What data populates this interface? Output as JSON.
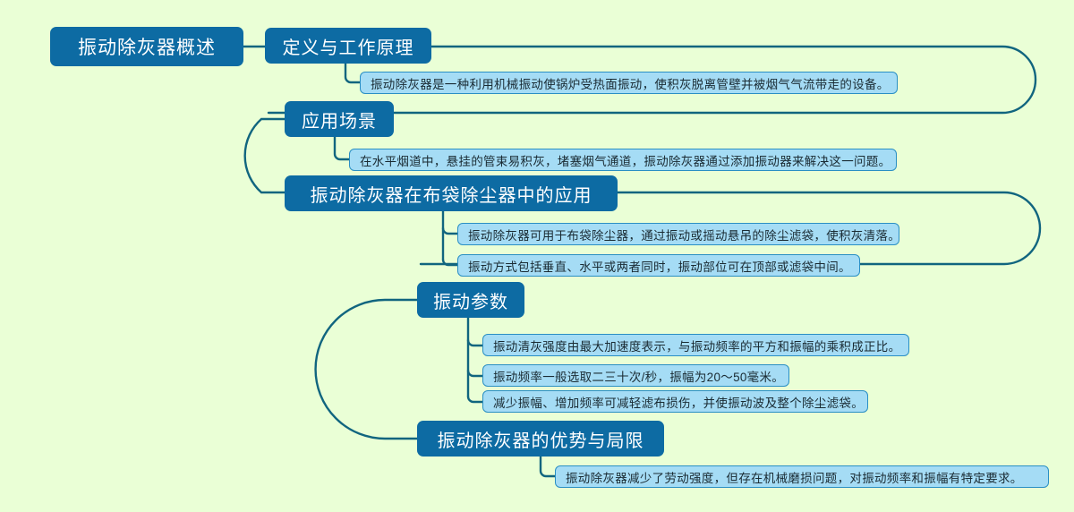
{
  "diagram": {
    "title": "振动除灰器概述",
    "type": "mindmap",
    "background_color": "#eaffd6",
    "node_color": "#0d6ba3",
    "node_text_color": "#ffffff",
    "leaf_color": "#a5dcf5",
    "leaf_border_color": "#2a8fc4",
    "connector_color": "#11657f"
  },
  "root": {
    "label": "振动除灰器概述"
  },
  "branches": [
    {
      "label": "定义与工作原理",
      "leaves": [
        "振动除灰器是一种利用机械振动使锅炉受热面振动，使积灰脱离管壁并被烟气气流带走的设备。"
      ]
    },
    {
      "label": "应用场景",
      "leaves": [
        "在水平烟道中，悬挂的管束易积灰，堵塞烟气通道，振动除灰器通过添加振动器来解决这一问题。"
      ]
    },
    {
      "label": "振动除灰器在布袋除尘器中的应用",
      "leaves": [
        "振动除灰器可用于布袋除尘器，通过振动或摇动悬吊的除尘滤袋，使积灰清落。",
        "振动方式包括垂直、水平或两者同时，振动部位可在顶部或滤袋中间。"
      ]
    },
    {
      "label": "振动参数",
      "leaves": [
        "振动清灰强度由最大加速度表示，与振动频率的平方和振幅的乘积成正比。",
        "振动频率一般选取二三十次/秒，振幅为20～50毫米。",
        "减少振幅、增加频率可减轻滤布损伤，并使振动波及整个除尘滤袋。"
      ]
    },
    {
      "label": "振动除灰器的优势与局限",
      "leaves": [
        "振动除灰器减少了劳动强度，但存在机械磨损问题，对振动频率和振幅有特定要求。"
      ]
    }
  ]
}
